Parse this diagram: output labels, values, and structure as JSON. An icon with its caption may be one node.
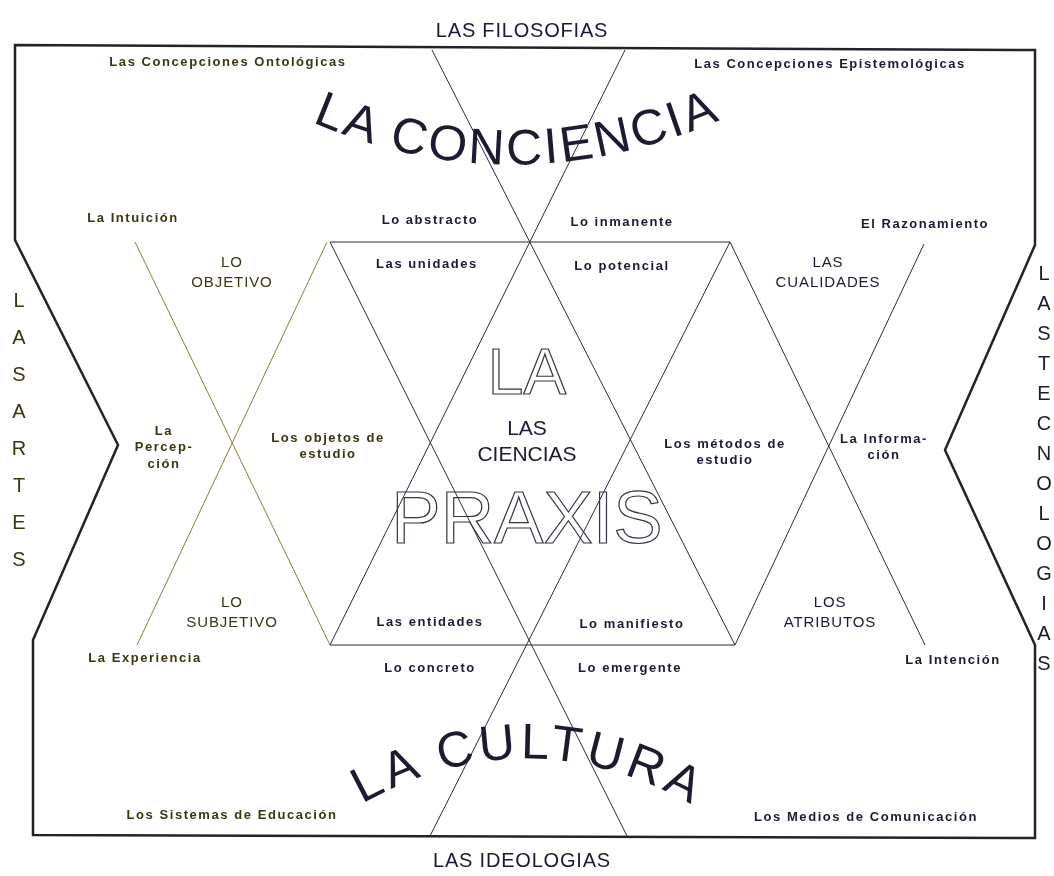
{
  "diagram": {
    "labels": [
      "LAS FILOSOFIAS",
      "Las Concepciones Ontológicas",
      "Las Concepciones Epistemológicas",
      "LA CONCIENCIA",
      "La Intuición",
      "Lo abstracto",
      "Lo inmanente",
      "El Razonamiento",
      "LO OBJETIVO",
      "Las unidades",
      "Lo potencial",
      "LAS CUALIDADES",
      "LAS ARTES",
      "LAS TECNOLOGIAS",
      "LA",
      "La Percep- ción",
      "Los objetos de estudio",
      "LAS CIENCIAS",
      "Los métodos de estudio",
      "La Informa- ción",
      "PRAXIS",
      "LO SUBJETIVO",
      "Las entidades",
      "Lo manifiesto",
      "LOS ATRIBUTOS",
      "La Experiencia",
      "La Intención",
      "Lo concreto",
      "Lo emergente",
      "LA CULTURA",
      "Los Sistemas de Educación",
      "Los Medios de Comunicación",
      "LAS IDEOLOGIAS"
    ]
  }
}
